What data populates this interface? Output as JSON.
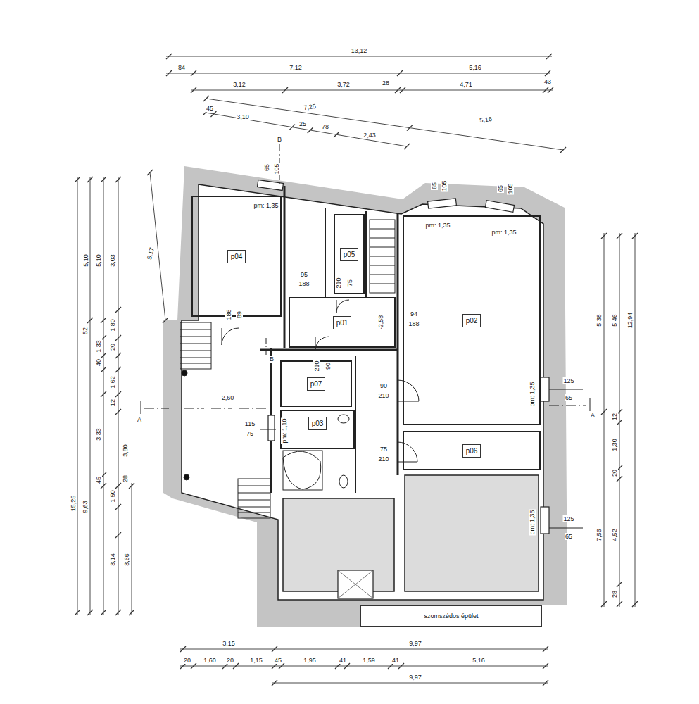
{
  "diagram": {
    "nodes": [
      {
        "text": [
          "p04"
        ]
      },
      {
        "text": [
          "p05"
        ]
      },
      {
        "text": [
          "p01"
        ]
      },
      {
        "text": [
          "p02"
        ]
      },
      {
        "text": [
          "p07"
        ]
      },
      {
        "text": [
          "p03"
        ]
      },
      {
        "text": [
          "p06"
        ]
      },
      {
        "text": [
          "szomszédos épület"
        ]
      }
    ],
    "labels": [
      "13,12",
      "84",
      "7,12",
      "5,16",
      "3,12",
      "3,72",
      "28",
      "4,71",
      "43",
      "7,25",
      "5,16",
      "45",
      "3,10",
      "25",
      "78",
      "2,43",
      "65",
      "105",
      "pm: 1,35",
      "B",
      "65",
      "105",
      "pm: 1,35",
      "65",
      "105",
      "pm: 1,35",
      "95",
      "188",
      "210",
      "75",
      "186",
      "89",
      "B",
      "94",
      "188",
      "-2,58",
      "210",
      "90",
      "-2,60",
      "90",
      "210",
      "115",
      "75",
      "pm: 1,10",
      "75",
      "210",
      "pm: 1,35",
      "125",
      "65",
      "A",
      "A",
      "pm: 1,35",
      "125",
      "65",
      "15,25",
      "5,10",
      "5,10",
      "3,03",
      "5,17",
      "1,80",
      "52",
      "1,33",
      "20",
      "40",
      "1,62",
      "12",
      "3,33",
      "3,80",
      "9,63",
      "45",
      "1,50",
      "28",
      "3,14",
      "3,66",
      "5,38",
      "5,46",
      "12,94",
      "12",
      "1,30",
      "20",
      "7,56",
      "4,52",
      "28",
      "3,15",
      "9,97",
      "20",
      "1,60",
      "20",
      "1,15",
      "45",
      "1,95",
      "41",
      "1,59",
      "41",
      "5,16",
      "9,97"
    ]
  }
}
